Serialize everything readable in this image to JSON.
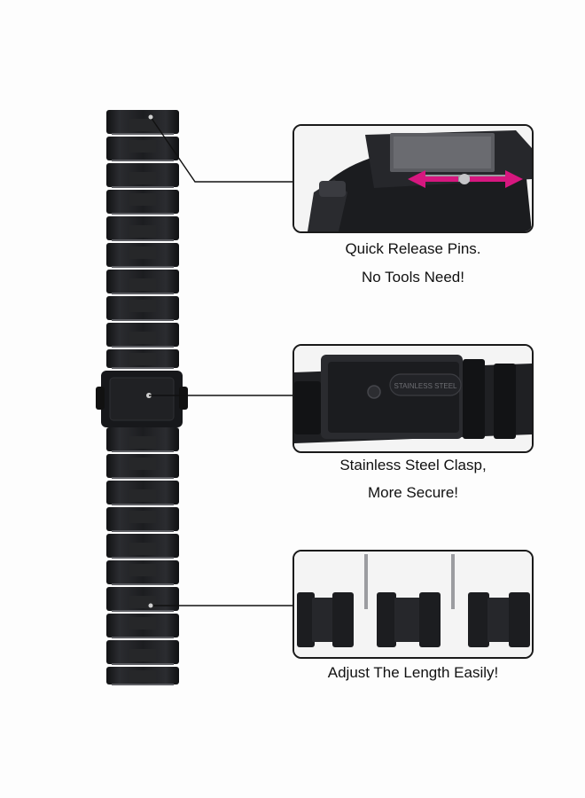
{
  "captions": {
    "quick_release": [
      "Quick Release Pins.",
      "No Tools Need!"
    ],
    "clasp": [
      "Stainless Steel Clasp,",
      "More Secure!"
    ],
    "adjust": [
      "Adjust The Length Easily!"
    ]
  },
  "clasp_engraving": "STAINLESS STEEL",
  "colors": {
    "band": "#222326",
    "band_dark": "#131416",
    "arrow": "#d6177f",
    "accent_line": "#111111"
  }
}
